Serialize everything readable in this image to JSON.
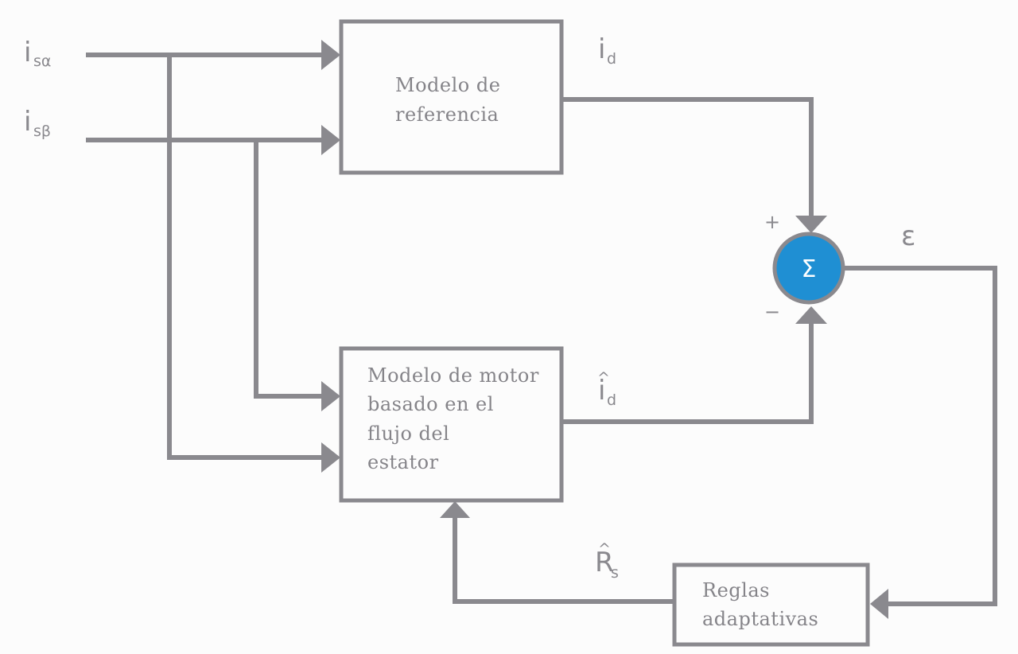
{
  "colors": {
    "line": "#8a898e",
    "text": "#858489",
    "sum_fill": "#1f8fd3",
    "sum_glyph": "#ffffff",
    "background": "#fcfcfc"
  },
  "inputs": [
    {
      "main": "i",
      "sub": "sα"
    },
    {
      "main": "i",
      "sub": "sβ"
    }
  ],
  "blocks": {
    "reference_model": {
      "lines": [
        "Modelo de",
        "referencia"
      ]
    },
    "motor_model": {
      "lines": [
        "Modelo de motor",
        "basado en el",
        "flujo del",
        "estator"
      ]
    },
    "adaptive_rules": {
      "lines": [
        "Reglas",
        "adaptativas"
      ]
    }
  },
  "signals": {
    "id": {
      "main": "i",
      "sub": "d"
    },
    "id_hat": {
      "main": "i",
      "sub": "d",
      "hat": "^"
    },
    "rs_hat": {
      "main": "R",
      "sub": "s",
      "hat": "^"
    },
    "error": {
      "main": "ε"
    }
  },
  "summing_junction": {
    "symbol": "Σ",
    "plus_sign": "+",
    "minus_sign": "−"
  }
}
